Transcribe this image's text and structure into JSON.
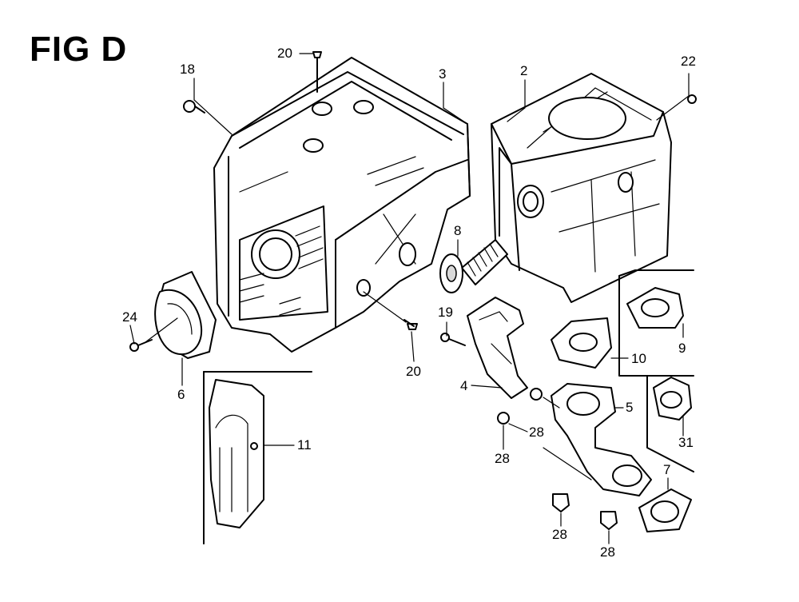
{
  "figure": {
    "title": "FIG D"
  },
  "callouts": [
    {
      "id": "c18",
      "text": "18"
    },
    {
      "id": "c20a",
      "text": "20"
    },
    {
      "id": "c3",
      "text": "3"
    },
    {
      "id": "c2",
      "text": "2"
    },
    {
      "id": "c22",
      "text": "22"
    },
    {
      "id": "c8",
      "text": "8"
    },
    {
      "id": "c24",
      "text": "24"
    },
    {
      "id": "c6",
      "text": "6"
    },
    {
      "id": "c20b",
      "text": "20"
    },
    {
      "id": "c19",
      "text": "19"
    },
    {
      "id": "c10",
      "text": "10"
    },
    {
      "id": "c9",
      "text": "9"
    },
    {
      "id": "c4",
      "text": "4"
    },
    {
      "id": "c5",
      "text": "5"
    },
    {
      "id": "c28a",
      "text": "28"
    },
    {
      "id": "c28b",
      "text": "28"
    },
    {
      "id": "c31",
      "text": "31"
    },
    {
      "id": "c11",
      "text": "11"
    },
    {
      "id": "c7",
      "text": "7"
    },
    {
      "id": "c28c",
      "text": "28"
    },
    {
      "id": "c28d",
      "text": "28"
    }
  ]
}
